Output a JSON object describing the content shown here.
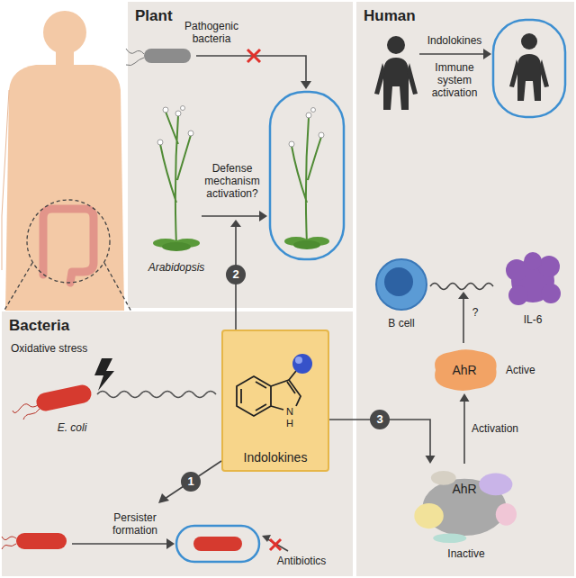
{
  "diagram": {
    "nodes": [
      {
        "text": [
          "Plant"
        ]
      },
      {
        "text": [
          "Human"
        ]
      },
      {
        "text": [
          "Bacteria"
        ]
      },
      {
        "text": [
          "Indolokines"
        ],
        "in": 2
      },
      {
        "text": [
          "AhR"
        ],
        "in": 1
      },
      {
        "text": [
          "AhR"
        ],
        "in": 1
      }
    ],
    "edges": [
      {
        "from": 3,
        "to": 5,
        "arrow": "to",
        "label": "3"
      },
      {
        "from": 5,
        "to": 4,
        "arrow": "to",
        "label": "Activation"
      }
    ],
    "labels": [
      "Pathogenic bacteria",
      "Defense mechanism activation?",
      "Arabidopsis",
      "2",
      "Indolokines",
      "Immune system activation",
      "B cell",
      "?",
      "IL-6",
      "Active",
      "Inactive",
      "Oxidative stress",
      "E. coli",
      "N",
      "H",
      "1",
      "Persister formation",
      "Antibiotics"
    ]
  }
}
